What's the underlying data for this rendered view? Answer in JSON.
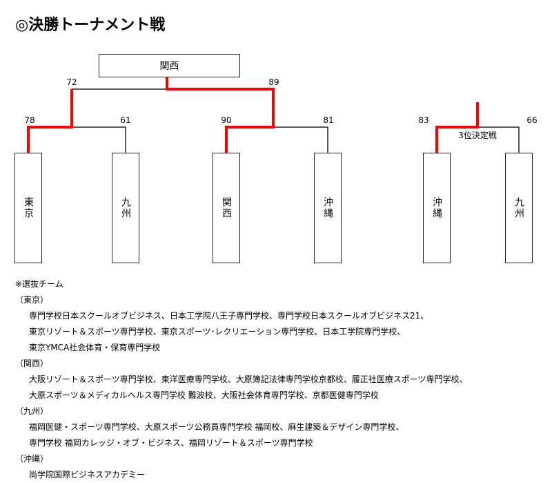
{
  "title": "◎決勝トーナメント戦",
  "colors": {
    "winner_line": "#ff0000",
    "line": "#222222"
  },
  "champion": "関西",
  "semifinal_scores": {
    "left": "72",
    "right": "89"
  },
  "teams": [
    {
      "name": "東京",
      "score": "78"
    },
    {
      "name": "九州",
      "score": "61"
    },
    {
      "name": "関西",
      "score": "90"
    },
    {
      "name": "沖縄",
      "score": "81"
    }
  ],
  "third_place": {
    "label": "3位決定戦",
    "teams": [
      {
        "name": "沖縄",
        "score": "83"
      },
      {
        "name": "九州",
        "score": "66"
      }
    ]
  },
  "notes": {
    "heading": "※選抜チーム",
    "groups": [
      {
        "label": "（東京）",
        "lines": [
          "専門学校日本スクールオブビジネス、日本工学院八王子専門学校、専門学校日本スクールオブビジネス21、",
          "東京リゾート＆スポーツ専門学校、東京スポーツ･レクリエーション専門学校、日本工学院専門学校、",
          "東京YMCA社会体育・保育専門学校"
        ]
      },
      {
        "label": "（関西）",
        "lines": [
          "大阪リゾート＆スポーツ専門学校、東洋医療専門学校、大原簿記法律専門学校京都校、履正社医療スポーツ専門学校、",
          "大原スポーツ＆メディカルヘルス専門学校 難波校、大阪社会体育専門学校、京都医健専門学校"
        ]
      },
      {
        "label": "（九州）",
        "lines": [
          "福岡医健・スポーツ専門学校、大原スポーツ公務員専門学校 福岡校、麻生建築＆デザイン専門学校、",
          "専門学校 福岡カレッジ・オブ・ビジネス、福岡リゾート＆スポーツ専門学校"
        ]
      },
      {
        "label": "（沖縄）",
        "lines": [
          "尚学院国際ビジネスアカデミー"
        ]
      }
    ]
  }
}
